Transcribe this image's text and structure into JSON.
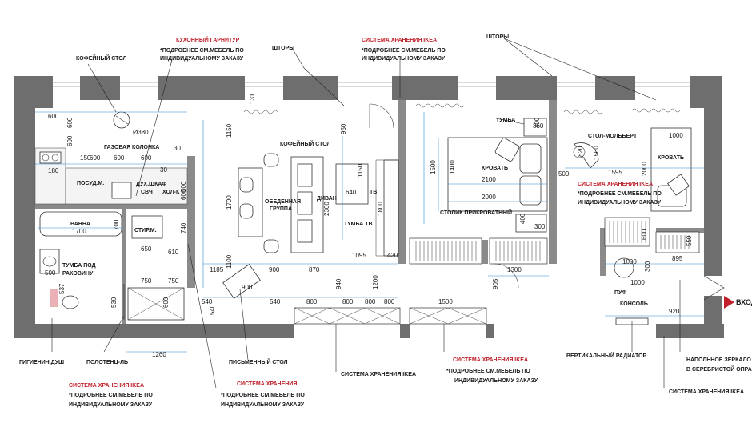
{
  "labels": {
    "coffee_table_top": "КОФЕЙНЫЙ СТОЛ",
    "kitchen_set": "КУХОННЫЙ ГАРНИТУР",
    "kitchen_note_1": "*ПОДРОБНЕЕ СМ.МЕБЕЛЬ ПО",
    "kitchen_note_2": "ИНДИВИДУАЛЬНОМУ ЗАКАЗУ",
    "curtains_1": "ШТОРЫ",
    "ikea_storage_top": "СИСТЕМА ХРАНЕНИЯ IKEA",
    "ikea_top_note_1": "*ПОДРОБНЕЕ СМ.МЕБЕЛЬ ПО",
    "ikea_top_note_2": "ИНДИВИДУАЛЬНОМУ ЗАКАЗУ",
    "curtains_2": "ШТОРЫ",
    "gas_boiler": "ГАЗОВАЯ КОЛОНКА",
    "coffee_table_living": "КОФЕЙНЫЙ СТОЛ",
    "dining_group_1": "ОБЕДЕННАЯ",
    "dining_group_2": "ГРУППА",
    "sofa": "ДИВАН",
    "tv": "ТВ",
    "tv_stand": "ТУМБА ТВ",
    "dishes": "ПОСУД.М.",
    "oven_1": "ДУХ.ШКАФ",
    "oven_2": "СВЧ",
    "fridge": "ХОЛ-К",
    "bath": "ВАННА",
    "washer": "СТИР.М.",
    "sink_stand_1": "ТУМБА ПОД",
    "sink_stand_2": "РАКОВИНУ",
    "bedside": "ТУМБА",
    "bed_1": "КРОВАТЬ",
    "side_table": "СТОЛИК ПРИКРОВАТНЫЙ",
    "easel_table": "СТОЛ-МОЛЬБЕРТ",
    "bed_2": "КРОВАТЬ",
    "ikea_storage_right": "СИСТЕМА ХРАНЕНИЯ IKEA",
    "ikea_right_note_1": "*ПОДРОБНЕЕ СМ.МЕБЕЛЬ ПО",
    "ikea_right_note_2": "ИНДИВИДУАЛЬНОМУ ЗАКАЗУ",
    "pouf": "ПУФ",
    "console": "КОНСОЛЬ",
    "entrance": "ВХОД",
    "hygienic_shower": "ГИГИЕНИЧ.ДУШ",
    "towel_rail": "ПОЛОТЕНЦ-ЛЬ",
    "desk": "ПИСЬМЕННЫЙ СТОЛ",
    "vertical_radiator": "ВЕРТИКАЛЬНЫЙ РАДИАТОР",
    "mirror_1": "НАПОЛЬНОЕ ЗЕРКАЛО",
    "mirror_2": "В СЕРЕБРИСТОЙ ОПРАВЕ",
    "ikea_storage_bottom": "СИСТЕМА ХРАНЕНИЯ IKEA",
    "ikea_bottom_red": "СИСТЕМА ХРАНЕНИЯ IKEA",
    "ikea_bottom_note_1": "*ПОДРОБНЕЕ СМ.МЕБЕЛЬ ПО",
    "ikea_bottom_note_2": "ИНДИВИДУАЛЬНОМУ ЗАКАЗУ",
    "storage_red_bottom_left": "СИСТЕМА ХРАНЕНИЯ IKEA",
    "storage_bl_note_1": "*ПОДРОБНЕЕ СМ.МЕБЕЛЬ ПО",
    "storage_bl_note_2": "ИНДИВИДУАЛЬНОМУ ЗАКАЗУ",
    "storage_red_mid": "СИСТЕМА ХРАНЕНИЯ",
    "storage_mid_note_1": "*ПОДРОБНЕЕ СМ.МЕБЕЛЬ ПО",
    "storage_mid_note_2": "ИНДИВИДУАЛЬНОМУ ЗАКАЗУ",
    "ikea_storage_far_right": "СИСТЕМА ХРАНЕНИЯ IKEA"
  },
  "dims": {
    "d600a": "600",
    "d600b": "600",
    "d380": "Ø380",
    "d600c": "600",
    "d150": "150",
    "d600d": "600",
    "d600e": "600",
    "d600f": "600",
    "d30a": "30",
    "d30b": "30",
    "d180": "180",
    "d600g": "600",
    "d1700": "1700",
    "d700": "700",
    "d740": "740",
    "d650": "650",
    "d610": "610",
    "d750a": "750",
    "d500": "500",
    "d537": "537",
    "d750b": "750",
    "d530": "530",
    "d600h": "600",
    "d1260": "1260",
    "d131": "131",
    "d1150a": "1150",
    "d950": "950",
    "d1700b": "1700",
    "d640": "640",
    "d1150b": "1150",
    "d2300": "2300",
    "d1800": "1800",
    "d1095": "1095",
    "d420": "420",
    "d1185": "1185",
    "d900a": "900",
    "d870": "870",
    "d1100": "1100",
    "d900b": "900",
    "d940": "940",
    "d1200": "1200",
    "d540a": "540",
    "d540b": "540",
    "d540c": "540",
    "d800a": "800",
    "d800b": "800",
    "d800c": "800",
    "d800d": "800",
    "d1500a": "1500",
    "d1400": "1400",
    "d2100": "2100",
    "d2000a": "2000",
    "d1500b": "1500",
    "d400a": "400",
    "d300a": "300",
    "d400b": "400",
    "d360": "360",
    "d905": "905",
    "d1300": "1300",
    "d1500c": "1500",
    "d820": "820",
    "d500b": "500",
    "d1595": "1595",
    "d1000a": "1000",
    "d2000b": "2000",
    "d1000b": "1000",
    "d600i": "600",
    "d550": "550",
    "d895": "895",
    "d1000c": "1000",
    "d920": "920",
    "d300b": "300",
    "d600j": "600"
  },
  "colors": {
    "wall": "#6e6e6e",
    "dimension_line": "#2a8ad0",
    "accent_red": "#c0202a",
    "text": "#1a1a1a"
  }
}
